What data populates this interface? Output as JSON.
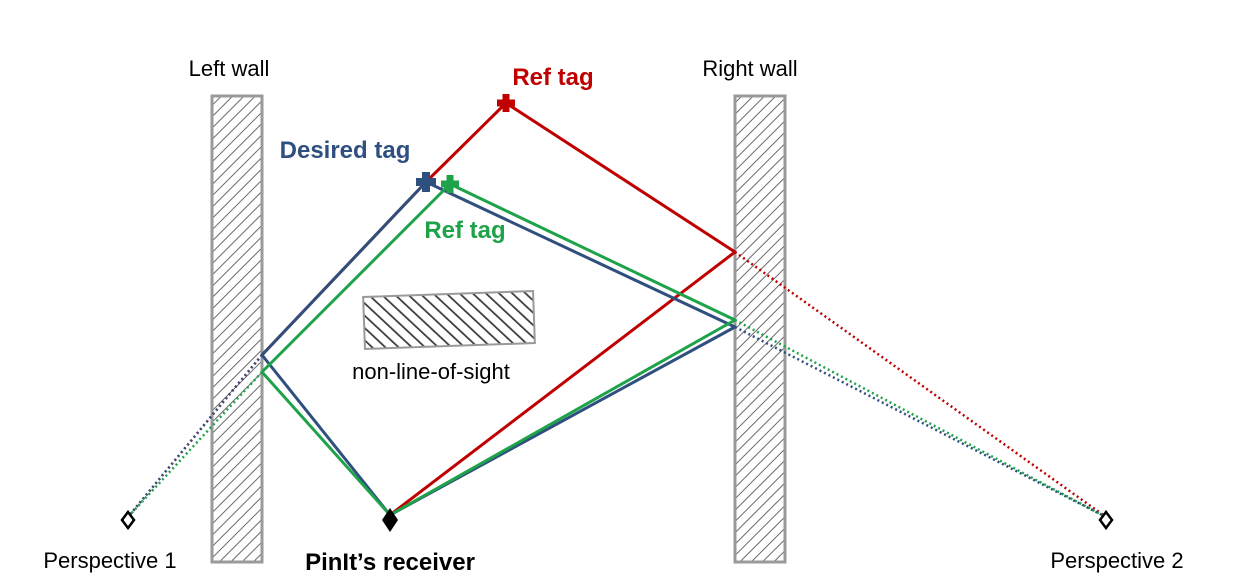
{
  "labels": {
    "left_wall": "Left wall",
    "right_wall": "Right wall",
    "ref_tag_red": "Ref tag",
    "desired_tag": "Desired tag",
    "ref_tag_green": "Ref tag",
    "obstacle": "non-line-of-sight",
    "perspective_1": "Perspective 1",
    "receiver": "PinIt’s receiver",
    "perspective_2": "Perspective 2"
  },
  "colors": {
    "red_ref_tag": "#c00000",
    "desired_tag": "#2f4f7f",
    "green_ref_tag": "#1ea24a",
    "wall_stroke": "#9a9a9a",
    "hatch": "#666666"
  },
  "icons": {
    "tag_marker": "plus-icon",
    "receiver_marker": "filled-diamond-icon",
    "perspective_marker": "hollow-diamond-icon"
  }
}
